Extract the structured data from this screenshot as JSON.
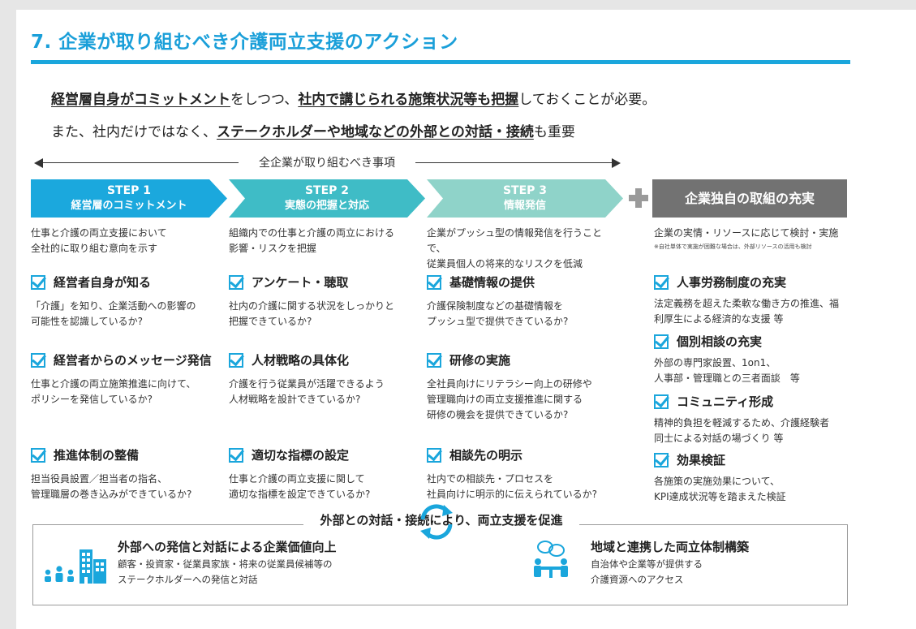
{
  "title": "7. 企業が取り組むべき介護両立支援のアクション",
  "lead": {
    "line1": {
      "b1": "経営層自身がコミットメント",
      "t1": "をしつつ、",
      "b2": "社内で講じられる施策状況等も把握",
      "t2": "しておくことが必要。"
    },
    "line2": {
      "t1": "また、社内だけではなく、",
      "b1": "ステークホルダーや地域などの外部との対話・接続",
      "t2": "も重要"
    }
  },
  "scope_label": "全企業が取り組むべき事項",
  "steps": [
    {
      "step": "STEP 1",
      "name": "経営層のコミットメント",
      "desc": [
        "仕事と介護の両立支援において",
        "全社的に取り組む意向を示す"
      ],
      "items": [
        {
          "title": "経営者自身が知る",
          "text": [
            "「介護」を知り、企業活動への影響の",
            "可能性を認識しているか?"
          ]
        },
        {
          "title": "経営者からのメッセージ発信",
          "text": [
            "仕事と介護の両立施策推進に向けて、",
            "ポリシーを発信しているか?"
          ]
        },
        {
          "title": "推進体制の整備",
          "text": [
            "担当役員設置／担当者の指名、",
            "管理職層の巻き込みができているか?"
          ]
        }
      ]
    },
    {
      "step": "STEP 2",
      "name": "実態の把握と対応",
      "desc": [
        "組織内での仕事と介護の両立における",
        "影響・リスクを把握"
      ],
      "items": [
        {
          "title": "アンケート・聴取",
          "text": [
            "社内の介護に関する状況をしっかりと",
            "把握できているか?"
          ]
        },
        {
          "title": "人材戦略の具体化",
          "text": [
            "介護を行う従業員が活躍できるよう",
            "人材戦略を設計できているか?"
          ]
        },
        {
          "title": "適切な指標の設定",
          "text": [
            "仕事と介護の両立支援に関して",
            "適切な指標を設定できているか?"
          ]
        }
      ]
    },
    {
      "step": "STEP 3",
      "name": "情報発信",
      "desc": [
        "企業がプッシュ型の情報発信を行うことで、",
        "従業員個人の将来的なリスクを低減"
      ],
      "items": [
        {
          "title": "基礎情報の提供",
          "text": [
            "介護保険制度などの基礎情報を",
            "プッシュ型で提供できているか?"
          ]
        },
        {
          "title": "研修の実施",
          "text": [
            "全社員向けにリテラシー向上の研修や",
            "管理職向けの両立支援推進に関する",
            "研修の機会を提供できているか?"
          ]
        },
        {
          "title": "相談先の明示",
          "text": [
            "社内での相談先・プロセスを",
            "社員向けに明示的に伝えられているか?"
          ]
        }
      ]
    }
  ],
  "unique": {
    "title": "企業独自の取組の充実",
    "desc": "企業の実情・リソースに応じて検討・実施",
    "note": "※自社単体で実施が困難な場合は、外部リソースの活用も検討",
    "items": [
      {
        "title": "人事労務制度の充実",
        "text": [
          "法定義務を超えた柔軟な働き方の推進、福",
          "利厚生による経済的な支援 等"
        ]
      },
      {
        "title": "個別相談の充実",
        "text": [
          "外部の専門家設置、1on1、",
          "人事部・管理職との三者面談　等"
        ]
      },
      {
        "title": "コミュニティ形成",
        "text": [
          "精神的負担を軽減するため、介護経験者",
          "同士による対話の場づくり 等"
        ]
      },
      {
        "title": "効果検証",
        "text": [
          "各施策の実施効果について、",
          "KPI達成状況等を踏まえた検証"
        ]
      }
    ]
  },
  "external": {
    "title": "外部との対話・接続により、両立支援を促進",
    "left": {
      "title": "外部への発信と対話による企業価値向上",
      "text": [
        "顧客・投資家・従業員家族・将来の従業員候補等の",
        "ステークホルダーへの発信と対話"
      ]
    },
    "right": {
      "title": "地域と連携した両立体制構築",
      "text": [
        "自治体や企業等が提供する",
        "介護資源へのアクセス"
      ]
    }
  },
  "colors": {
    "step1": "#1ba8dd",
    "step2": "#3fbcc6",
    "step3": "#8fd3c9",
    "unique": "#727272",
    "accent": "#1aa6dc"
  },
  "icons": [
    "check-icon",
    "plus-icon",
    "cycle-arrows-icon",
    "people-building-icon",
    "meeting-icon"
  ]
}
